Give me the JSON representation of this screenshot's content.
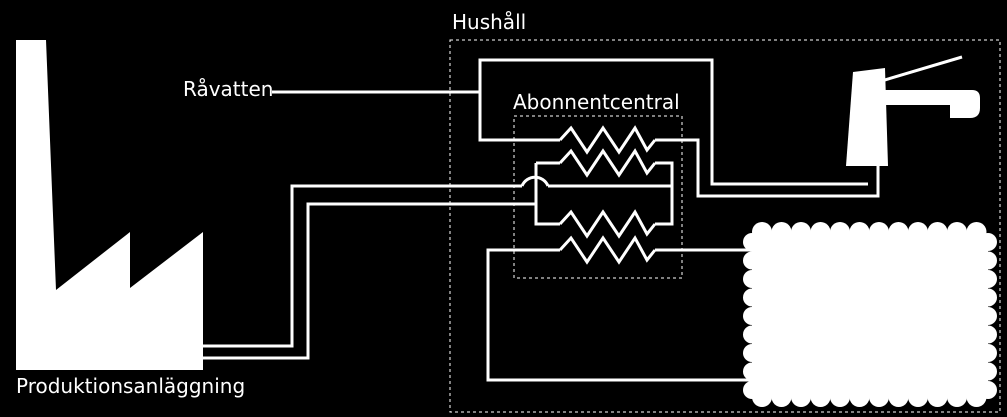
{
  "diagram": {
    "labels": {
      "household": "Hushåll",
      "substation": "Abonnentcentral",
      "raw_water": "Råvatten",
      "production_plant": "Produktionsanläggning"
    },
    "icons": [
      "factory-icon",
      "faucet-icon",
      "radiator-icon",
      "heat-exchanger-icon"
    ],
    "colors": {
      "background": "#000000",
      "foreground": "#ffffff"
    }
  }
}
